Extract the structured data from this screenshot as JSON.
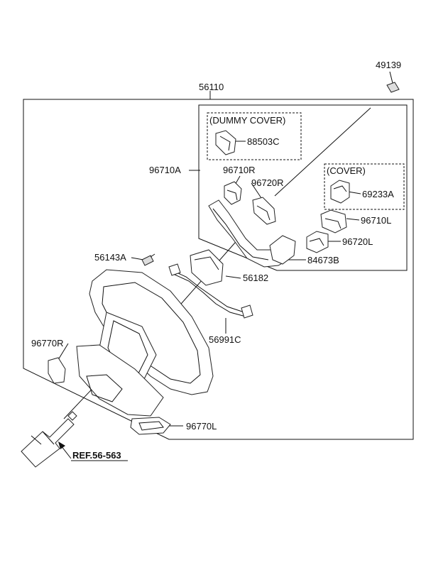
{
  "labels": {
    "p49139": "49139",
    "p56110": "56110",
    "dummy_cover": "(DUMMY COVER)",
    "p88503C": "88503C",
    "p96710A": "96710A",
    "p96710R": "96710R",
    "p96720R": "96720R",
    "cover": "(COVER)",
    "p69233A": "69233A",
    "p96710L": "96710L",
    "p96720L": "96720L",
    "p56143A": "56143A",
    "p84673B": "84673B",
    "p56182": "56182",
    "p56991C": "56991C",
    "p96770R": "96770R",
    "p96770L": "96770L",
    "ref": "REF.56-563"
  }
}
